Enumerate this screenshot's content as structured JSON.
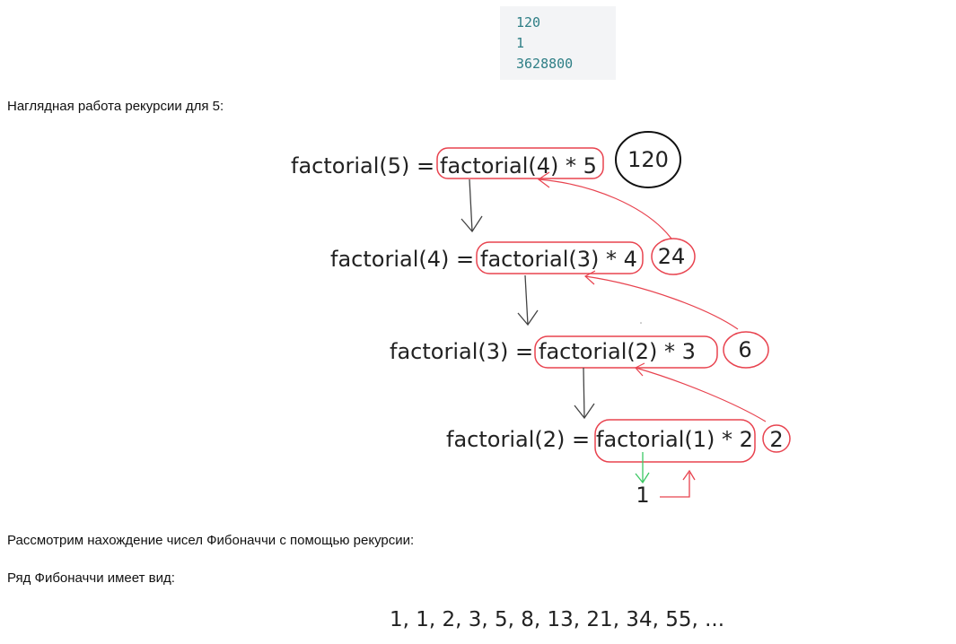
{
  "code_output": {
    "lines": [
      "120",
      "1",
      "3628800"
    ]
  },
  "intro_text": "Наглядная работа рекурсии для 5:",
  "diagram": {
    "rows": [
      {
        "lhs": "factorial(5) =",
        "rhs": "factorial(4) * 5",
        "result": "120"
      },
      {
        "lhs": "factorial(4) =",
        "rhs": "factorial(3) * 4",
        "result": "24"
      },
      {
        "lhs": "factorial(3) =",
        "rhs": "factorial(2) * 3",
        "result": "6"
      },
      {
        "lhs": "factorial(2) =",
        "rhs": "factorial(1) * 2",
        "result": "2"
      }
    ],
    "base_value": "1",
    "colors": {
      "highlight": "#e8434f",
      "down_arrow": "#444444",
      "base_arrow": "#3cc864",
      "circle": "#111111"
    }
  },
  "fib_intro_text": "Рассмотрим нахождение чисел Фибоначчи с помощью рекурсии:",
  "fib_series_label": "Ряд Фибоначчи имеет вид:",
  "fib_series": "1, 1, 2, 3, 5, 8, 13, 21, 34, 55, ..."
}
